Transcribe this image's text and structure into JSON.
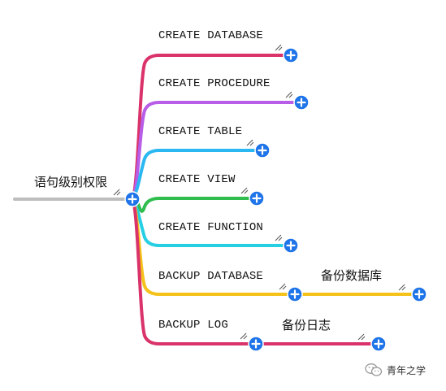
{
  "root": {
    "label": "语句级别权限",
    "line_color": "#bdbdbd"
  },
  "accent": "#1e74e8",
  "branches": [
    {
      "label": "CREATE DATABASE",
      "color": "#d9336a"
    },
    {
      "label": "CREATE PROCEDURE",
      "color": "#b75de8"
    },
    {
      "label": "CREATE TABLE",
      "color": "#2ab7f2"
    },
    {
      "label": "CREATE VIEW",
      "color": "#2fbe4d"
    },
    {
      "label": "CREATE FUNCTION",
      "color": "#27cfe3"
    },
    {
      "label": "BACKUP DATABASE",
      "color": "#f5c21a",
      "child": "备份数据库"
    },
    {
      "label": "BACKUP LOG",
      "color": "#d9336a",
      "child": "备份日志"
    }
  ],
  "watermark": {
    "text": "青年之学",
    "icon": "wechat-icon"
  }
}
